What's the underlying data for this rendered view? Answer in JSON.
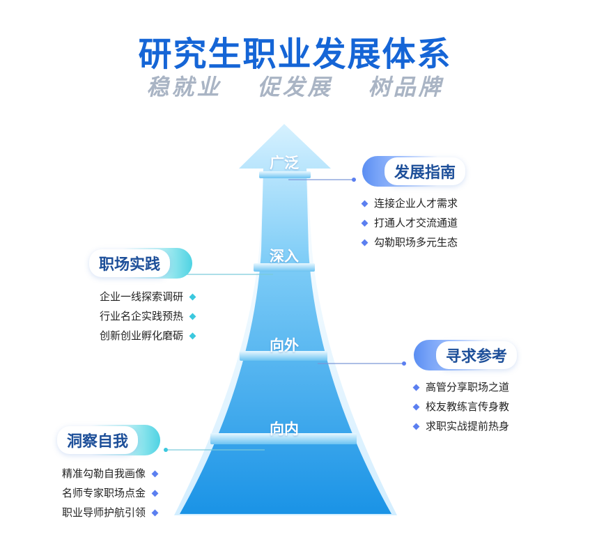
{
  "title": "研究生职业发展体系",
  "subtitle": [
    "稳就业",
    "促发展",
    "树品牌"
  ],
  "stages": [
    "广泛",
    "深入",
    "向外",
    "向内"
  ],
  "right_groups": [
    {
      "label": "发展指南",
      "items": [
        "连接企业人才需求",
        "打通人才交流通道",
        "勾勒职场多元生态"
      ]
    },
    {
      "label": "寻求参考",
      "items": [
        "高管分享职场之道",
        "校友教练言传身教",
        "求职实战提前热身"
      ]
    }
  ],
  "left_groups": [
    {
      "label": "职场实践",
      "items": [
        "企业一线探索调研",
        "行业名企实践预热",
        "创新创业孵化磨砺"
      ]
    },
    {
      "label": "洞察自我",
      "items": [
        "精准勾勒自我画像",
        "名师专家职场点金",
        "职业导师护航引领"
      ]
    }
  ],
  "colors": {
    "title": "#1565d6",
    "arrow_top": "#bfe9ff",
    "arrow_bottom": "#1e9be8",
    "dot_right": "#5b7ff0",
    "dot_left": "#3bc8de"
  },
  "icons": [
    "diamond-bullet-icon",
    "arrow-up-icon"
  ]
}
